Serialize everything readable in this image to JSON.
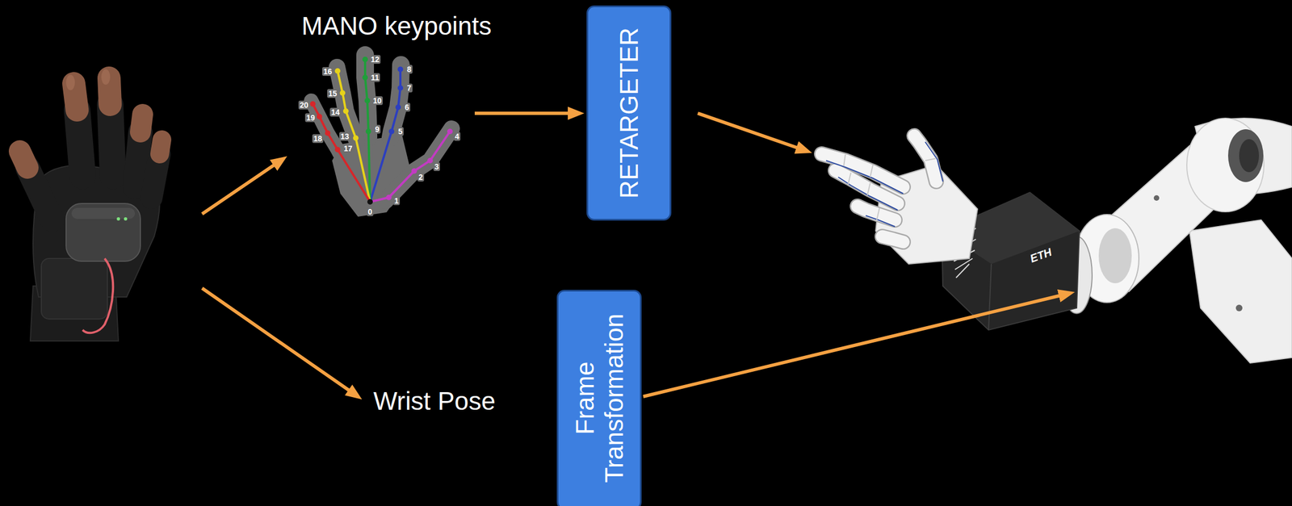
{
  "diagram": {
    "nodes": [
      {
        "text": [
          "MANO keypoints"
        ]
      },
      {
        "text": [
          "RETARGETER"
        ]
      },
      {
        "text": [
          "Frame Transformation"
        ]
      }
    ],
    "edges": [
      {
        "from": 0,
        "to": 1,
        "arrow": "to"
      }
    ],
    "labels": [
      "0",
      "1",
      "2",
      "3",
      "4",
      "5",
      "6",
      "7",
      "8",
      "9",
      "10",
      "11",
      "12",
      "13",
      "14",
      "15",
      "16",
      "17",
      "18",
      "19",
      "20",
      "Wrist Pose",
      "ETH"
    ]
  }
}
